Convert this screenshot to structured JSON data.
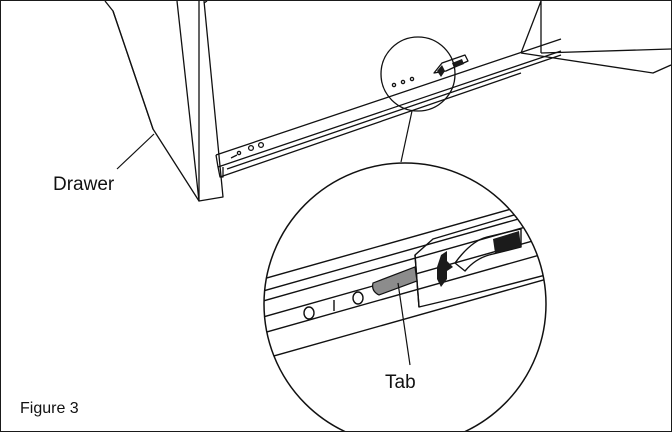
{
  "labels": {
    "drawer": "Drawer",
    "tab": "Tab",
    "figure": "Figure 3"
  },
  "colors": {
    "ink": "#111111",
    "tab_fill": "#8c8c8c",
    "dark_fill": "#1b1b1b"
  }
}
